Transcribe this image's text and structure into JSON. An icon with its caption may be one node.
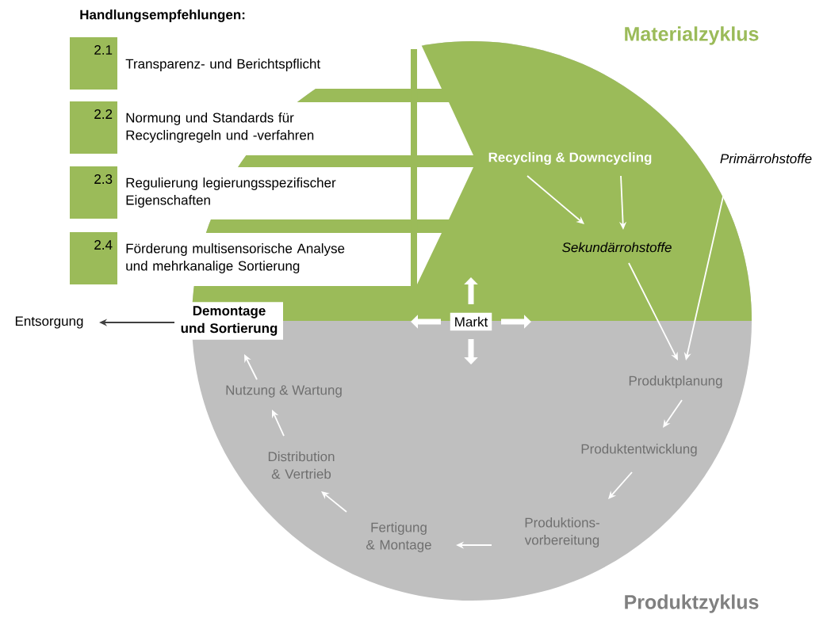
{
  "diagram": {
    "title": "Handlungsempfehlungen:",
    "nodes": [
      {
        "text": [
          "2.1"
        ],
        "beside": [
          "Transparenz- und Berichtspflicht"
        ]
      },
      {
        "text": [
          "2.2"
        ],
        "beside": [
          "Normung und Standards für Recyclingregeln und -verfahren"
        ]
      },
      {
        "text": [
          "2.3"
        ],
        "beside": [
          "Regulierung legierungsspezifischer Eigenschaften"
        ]
      },
      {
        "text": [
          "2.4"
        ],
        "beside": [
          "Förderung multisensorische Analyse und mehrkanalige Sortierung"
        ]
      },
      {
        "text": [
          "Recycling & Downcycling"
        ]
      },
      {
        "text": [
          "Primärrohstoffe"
        ]
      },
      {
        "text": [
          "Sekundärrohstoffe"
        ]
      },
      {
        "text": [
          "Entsorgung"
        ]
      },
      {
        "text": [
          "Demontage und Sortierung"
        ]
      },
      {
        "text": [
          "Markt"
        ]
      },
      {
        "text": [
          "Produktplanung"
        ]
      },
      {
        "text": [
          "Nutzung & Wartung"
        ]
      },
      {
        "text": [
          "Produktentwicklung"
        ]
      },
      {
        "text": [
          "Distribution & Vertrieb"
        ]
      },
      {
        "text": [
          "Produktions- vorbereitung"
        ]
      },
      {
        "text": [
          "Fertigung & Montage"
        ]
      }
    ],
    "edges": [
      {
        "from": 4,
        "to": 6,
        "arrow": "to"
      },
      {
        "from": 4,
        "to": 6,
        "arrow": "to"
      },
      {
        "from": 6,
        "to": 10,
        "arrow": "to"
      },
      {
        "from": 5,
        "to": 10,
        "arrow": "to"
      },
      {
        "from": 10,
        "to": 12,
        "arrow": "to"
      },
      {
        "from": 12,
        "to": 14,
        "arrow": "to"
      },
      {
        "from": 14,
        "to": 15,
        "arrow": "to"
      },
      {
        "from": 15,
        "to": 13,
        "arrow": "to"
      },
      {
        "from": 13,
        "to": 11,
        "arrow": "to"
      },
      {
        "from": 11,
        "to": 8,
        "arrow": "to"
      },
      {
        "from": 8,
        "to": 7,
        "arrow": "to",
        "color": "#404040"
      },
      {
        "from": 9,
        "to": null,
        "arrow": "to",
        "style": "thick"
      },
      {
        "from": 9,
        "to": null,
        "arrow": "to",
        "style": "thick"
      },
      {
        "from": 9,
        "to": null,
        "arrow": "to",
        "style": "thick"
      },
      {
        "from": 9,
        "to": null,
        "arrow": "to",
        "style": "thick"
      }
    ],
    "labels": [
      "Materialzyklus",
      "Produktzyklus"
    ]
  }
}
